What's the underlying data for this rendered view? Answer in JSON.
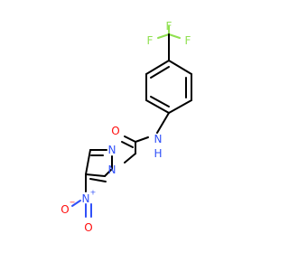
{
  "molecule": {
    "atoms": {
      "f_top": "F",
      "f_left": "F",
      "f_right": "F",
      "amide_n": "N",
      "amide_h": "H",
      "carbonyl_o": "O",
      "pyrazole_n1": "N",
      "pyrazole_n2": "N",
      "nitro_n": "N",
      "nitro_n_charge": "+",
      "nitro_o_top": "O",
      "nitro_o_top_charge": "−",
      "nitro_o_bottom": "O"
    },
    "colors": {
      "carbon": "#000000",
      "nitrogen": "#3050f8",
      "oxygen": "#ff0d0d",
      "fluorine": "#90e050"
    }
  }
}
